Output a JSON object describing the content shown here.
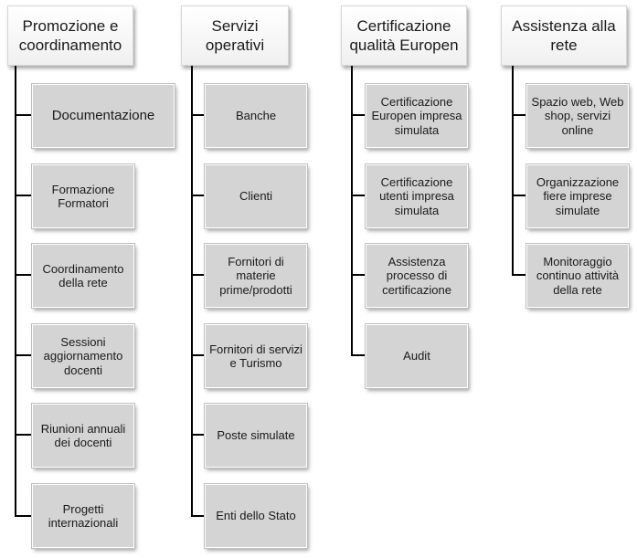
{
  "columns": [
    {
      "title": "Promozione e coordinamento",
      "items": [
        "Documentazione",
        "Formazione Formatori",
        "Coordinamento della rete",
        "Sessioni aggiornamento docenti",
        "Riunioni annuali dei docenti",
        "Progetti internazionali"
      ]
    },
    {
      "title": "Servizi operativi",
      "items": [
        "Banche",
        "Clienti",
        "Fornitori di materie prime/prodotti",
        "Fornitori di servizi e Turismo",
        "Poste simulate",
        "Enti dello Stato"
      ]
    },
    {
      "title": "Certificazione qualità Europen",
      "items": [
        "Certificazione Europen impresa simulata",
        "Certificazione utenti impresa simulata",
        "Assistenza processo di certificazione",
        "Audit"
      ]
    },
    {
      "title": "Assistenza alla rete",
      "items": [
        "Spazio web, Web shop, servizi online",
        "Organizzazione fiere imprese simulate",
        "Monitoraggio continuo attività della rete"
      ]
    }
  ]
}
